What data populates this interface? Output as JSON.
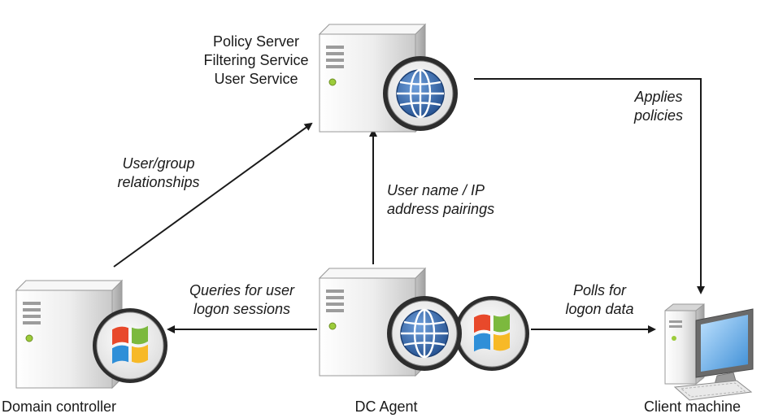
{
  "nodes": {
    "policy_server": {
      "lines": [
        "Policy Server",
        "Filtering Service",
        "User Service"
      ]
    },
    "domain_controller": {
      "label": "Domain controller"
    },
    "dc_agent": {
      "label": "DC Agent"
    },
    "client_machine": {
      "label": "Client machine"
    }
  },
  "edges": {
    "user_group": {
      "lines": [
        "User/group",
        "relationships"
      ]
    },
    "user_ip": {
      "lines": [
        "User name / IP",
        "address pairings"
      ]
    },
    "applies": {
      "lines": [
        "Applies",
        "policies"
      ]
    },
    "queries": {
      "lines": [
        "Queries for user",
        "logon sessions"
      ]
    },
    "polls": {
      "lines": [
        "Polls for",
        "logon data"
      ]
    }
  },
  "icons": {
    "server": "server-icon",
    "globe_badge": "globe-icon",
    "windows_badge": "windows-logo-icon",
    "client_computer": "desktop-computer-icon"
  },
  "colors": {
    "line": "#1a1a1a",
    "server_light": "#f4f4f4",
    "server_dark": "#b9b9b9",
    "globe_blue": "#2f62a3",
    "badge_ring": "#3a3a3a",
    "win_red": "#e8492b",
    "win_green": "#7cb93e",
    "win_blue": "#2f8fd8",
    "win_yellow": "#f7b927",
    "monitor_blue": "#5aa9e6"
  }
}
